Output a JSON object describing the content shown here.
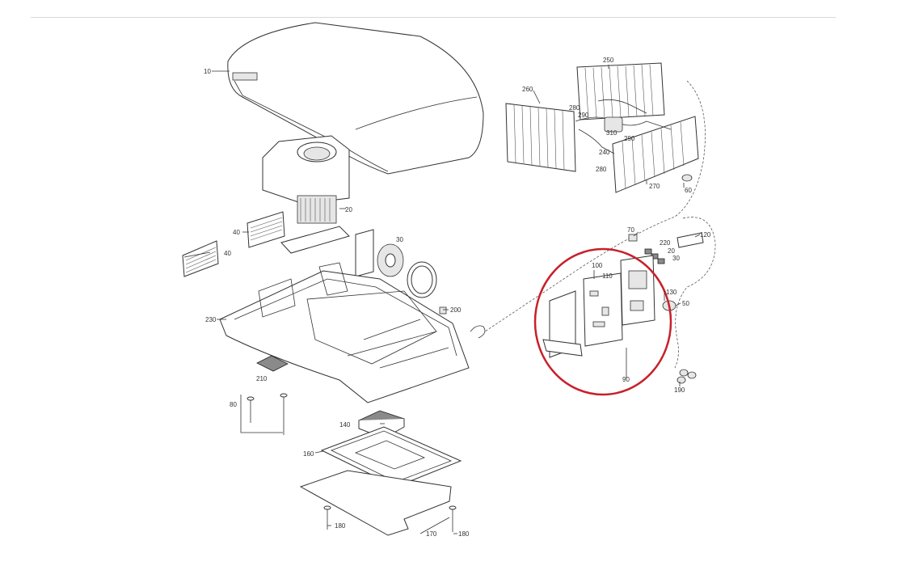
{
  "callouts": {
    "c10": "10",
    "c20a": "20",
    "c30a": "30",
    "c40a": "40",
    "c40b": "40",
    "c230": "230",
    "c200": "200",
    "c210": "210",
    "c80": "80",
    "c140": "140",
    "c160": "160",
    "c170": "170",
    "c180a": "180",
    "c180b": "180",
    "c250": "250",
    "c260": "260",
    "c280a": "280",
    "c290a": "290",
    "c310": "310",
    "c290b": "290",
    "c240": "240",
    "c280b": "280",
    "c270": "270",
    "c60": "60",
    "c70": "70",
    "c220": "220",
    "c20b": "20",
    "c30b": "30",
    "c120": "120",
    "c100": "100",
    "c110": "110",
    "c130": "130",
    "c50": "50",
    "c90": "90",
    "c190": "190"
  },
  "highlight_color": "#c8202a"
}
